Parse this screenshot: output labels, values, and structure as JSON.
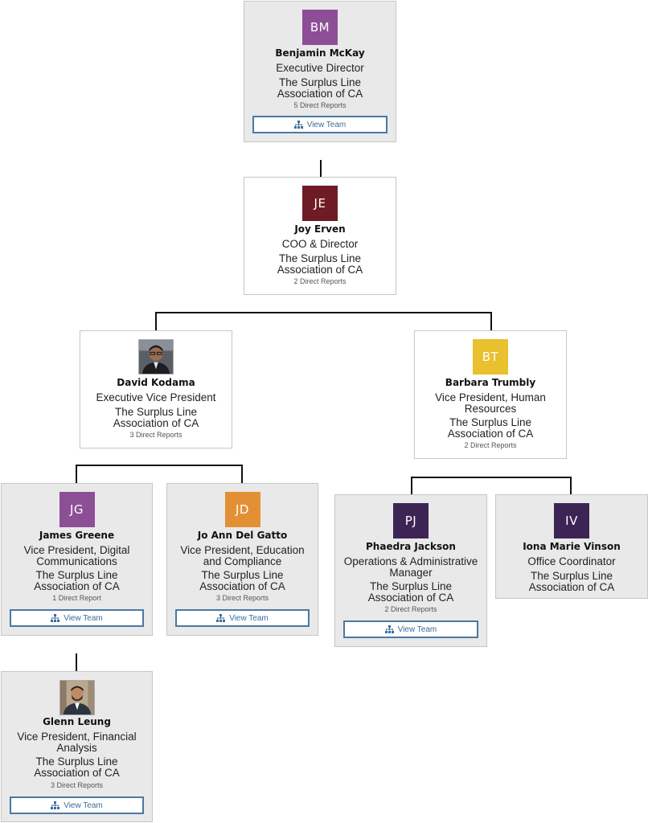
{
  "common": {
    "org": "The Surplus Line Association of CA",
    "view_team": "View Team"
  },
  "people": {
    "bm": {
      "initials": "BM",
      "color": "#8c4f96",
      "name": "Benjamin McKay",
      "title": "Executive Director",
      "reports": "5 Direct Reports"
    },
    "je": {
      "initials": "JE",
      "color": "#6f1b25",
      "name": "Joy Erven",
      "title": "COO & Director",
      "reports": "2 Direct Reports"
    },
    "dk": {
      "name": "David Kodama",
      "title": "Executive Vice President",
      "reports": "3 Direct Reports"
    },
    "bt": {
      "initials": "BT",
      "color": "#e9c02d",
      "name": "Barbara Trumbly",
      "title": "Vice President, Human Resources",
      "reports": "2 Direct Reports"
    },
    "jg": {
      "initials": "JG",
      "color": "#8c4f96",
      "name": "James Greene",
      "title": "Vice President, Digital Communications",
      "reports": "1 Direct Report"
    },
    "jd": {
      "initials": "JD",
      "color": "#e39035",
      "name": "Jo Ann Del Gatto",
      "title": "Vice President, Education and Compliance",
      "reports": "3 Direct Reports"
    },
    "pj": {
      "initials": "PJ",
      "color": "#3c2555",
      "name": "Phaedra Jackson",
      "title": "Operations & Administrative Manager",
      "reports": "2 Direct Reports"
    },
    "iv": {
      "initials": "IV",
      "color": "#3c2555",
      "name": "Iona Marie Vinson",
      "title": "Office Coordinator"
    },
    "gl": {
      "name": "Glenn Leung",
      "title": "Vice President, Financial Analysis",
      "reports": "3 Direct Reports"
    }
  }
}
